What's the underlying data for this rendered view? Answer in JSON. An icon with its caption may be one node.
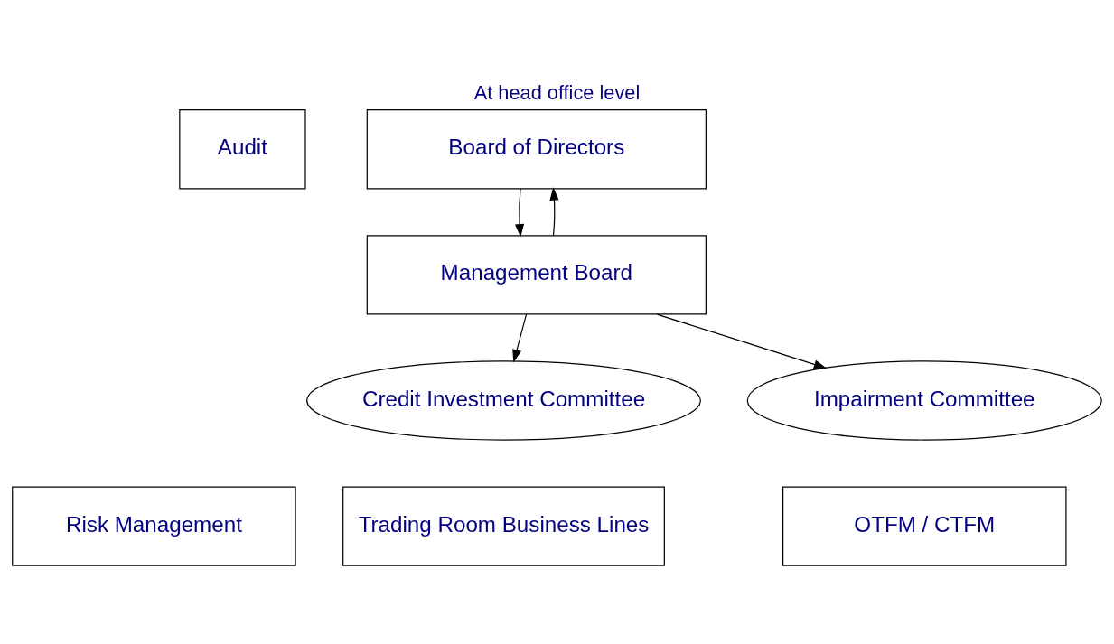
{
  "diagram": {
    "title": "At head office level",
    "nodes": [
      {
        "text": [
          "Audit"
        ]
      },
      {
        "text": [
          "Board of Directors"
        ]
      },
      {
        "text": [
          "Management Board"
        ]
      },
      {
        "text": [
          "Credit Investment Committee"
        ]
      },
      {
        "text": [
          "Impairment Committee"
        ]
      },
      {
        "text": [
          "Risk Management"
        ]
      },
      {
        "text": [
          "Trading Room Business Lines"
        ]
      },
      {
        "text": [
          "OTFM / CTFM"
        ]
      }
    ],
    "edges": [
      {
        "from": 2,
        "to": 1,
        "arrow": "to"
      },
      {
        "from": 1,
        "to": 2,
        "arrow": "to"
      },
      {
        "from": 2,
        "to": 3,
        "arrow": "to"
      },
      {
        "from": 2,
        "to": 4,
        "arrow": "to"
      }
    ]
  }
}
